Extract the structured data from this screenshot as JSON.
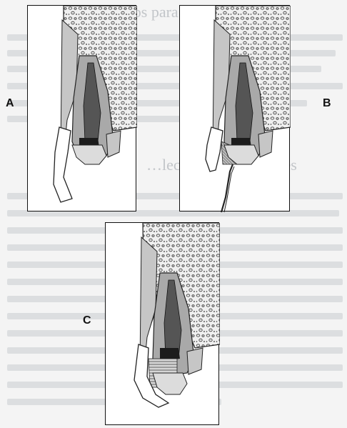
{
  "background_text": {
    "heading_1": "…andidatos para el tratamiento",
    "heading_2": "…lección de los dientes"
  },
  "figure": {
    "panels": [
      {
        "id": "A",
        "label": "A"
      },
      {
        "id": "B",
        "label": "B"
      },
      {
        "id": "C",
        "label": "C"
      }
    ]
  },
  "colors": {
    "border": "#111111",
    "bone_fill": "#ececec",
    "tooth_fill": "#b8b8b8",
    "pulp_fill": "#5a5a5a",
    "dark_band": "#222222"
  }
}
